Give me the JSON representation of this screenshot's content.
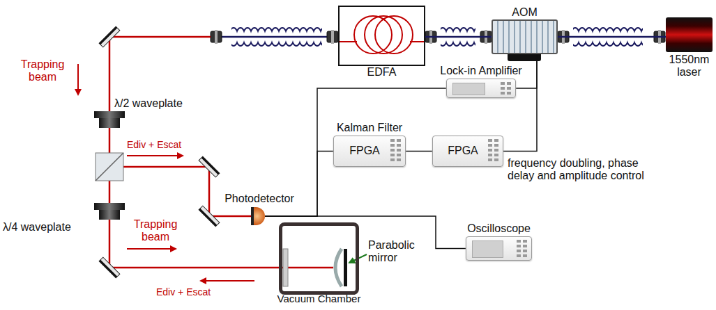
{
  "diagram": {
    "nodes": [
      {
        "text": [
          "1550nm laser"
        ]
      },
      {
        "text": [
          "AOM"
        ]
      },
      {
        "text": [
          "EDFA"
        ]
      },
      {
        "text": [
          "Lock-in Amplifier"
        ]
      },
      {
        "text": [
          "Kalman Filter",
          "FPGA"
        ]
      },
      {
        "text": [
          "FPGA"
        ]
      },
      {
        "text": [
          "Photodetector"
        ]
      },
      {
        "text": [
          "Oscilloscope"
        ]
      },
      {
        "text": [
          "Vacuum Chamber"
        ]
      }
    ],
    "edges": [
      {
        "from": 0,
        "to": 1,
        "arrow": "none"
      },
      {
        "from": 1,
        "to": 2,
        "arrow": "none"
      },
      {
        "from": 6,
        "to": 3,
        "arrow": "none"
      },
      {
        "from": 6,
        "to": 4,
        "arrow": "none"
      },
      {
        "from": 4,
        "to": 5,
        "arrow": "none"
      },
      {
        "from": 5,
        "to": 1,
        "arrow": "none"
      },
      {
        "from": 3,
        "to": 1,
        "arrow": "none"
      },
      {
        "from": 6,
        "to": 7,
        "arrow": "none"
      }
    ],
    "labels": [
      "Trapping beam",
      "λ/2 waveplate",
      "Ediv + Escat",
      "λ/4 waveplate",
      "Trapping beam",
      "Ediv + Escat",
      "Parabolic mirror",
      "frequency doubling, phase delay and amplitude control"
    ]
  }
}
